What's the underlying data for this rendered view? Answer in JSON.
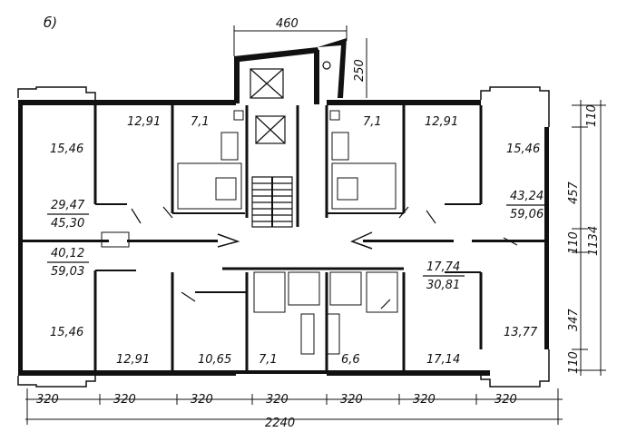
{
  "figure_label": "б)",
  "rooms": {
    "top_left_room": "12,91",
    "top_left_kitchen": "7,1",
    "top_right_kitchen": "7,1",
    "top_right_room": "12,91",
    "left_upper_loggia": "15,46",
    "left_apt_living": "29,47",
    "left_apt_total": "45,30",
    "left2_apt_living": "40,12",
    "left2_apt_total": "59,03",
    "left_lower_loggia": "15,46",
    "right_upper_loggia": "15,46",
    "right_apt_living": "43,24",
    "right_apt_total": "59,06",
    "right2_apt_living": "17,74",
    "right2_apt_total": "30,81",
    "right_lower_loggia": "13,77",
    "bottom_room_1": "12,91",
    "bottom_room_2": "10,65",
    "bottom_kitchen_1": "7,1",
    "bottom_kitchen_2": "6,6",
    "bottom_room_3": "17,14"
  },
  "dimensions": {
    "top_width": "460",
    "top_depth": "250",
    "right_top": "110",
    "right_upper": "457",
    "right_mid": "110",
    "right_lower": "347",
    "right_bottom": "110",
    "right_total": "1134",
    "bottom_modules": [
      "320",
      "320",
      "320",
      "320",
      "320",
      "320",
      "320"
    ],
    "bottom_total": "2240"
  }
}
